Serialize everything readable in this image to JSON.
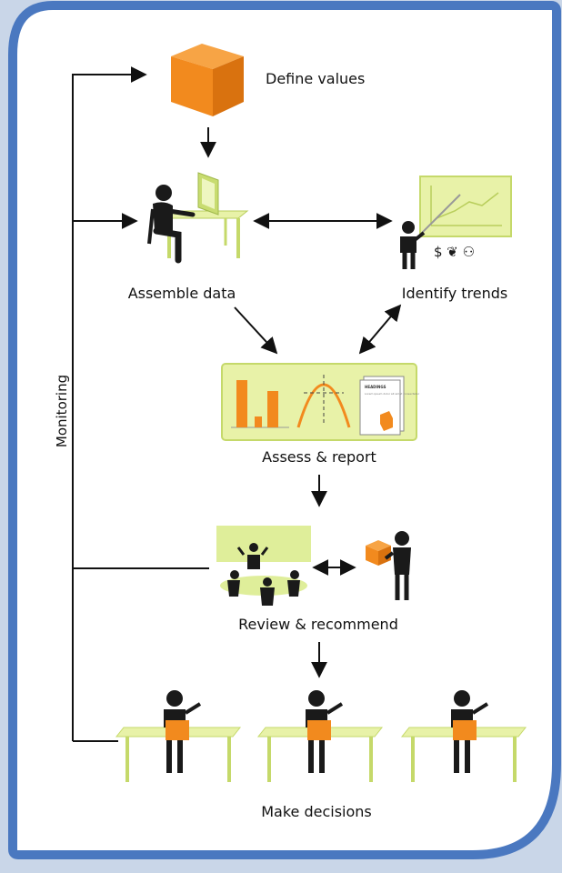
{
  "colors": {
    "frame_blue": "#4a78c0",
    "frame_bg": "#ccd8ea",
    "panel_bg": "#ffffff",
    "orange": "#f28a1e",
    "orange_dark": "#c9660b",
    "green_light": "#e8f2a8",
    "green_border": "#c5d96a",
    "figure": "#1a1a1a",
    "line": "#111111"
  },
  "diagram": {
    "side_label": "Monitoring",
    "steps": {
      "define": "Define values",
      "assemble": "Assemble data",
      "trends": "Identify trends",
      "assess": "Assess & report",
      "review": "Review & recommend",
      "decide": "Make decisions"
    },
    "icons": {
      "define": "orange-cube-icon",
      "assemble": "person-at-computer-desk-icon",
      "trends": "presenter-with-chart-icon",
      "assess": "report-panel-icon",
      "review": "meeting-icon",
      "decide": "person-at-desk-with-box-icon"
    },
    "trends_symbols": "$ ❦ ⚇",
    "report_doc_title": "HEADINGS",
    "report_doc_lines": "Lorem ipsum dolor sit amet consectetur"
  }
}
